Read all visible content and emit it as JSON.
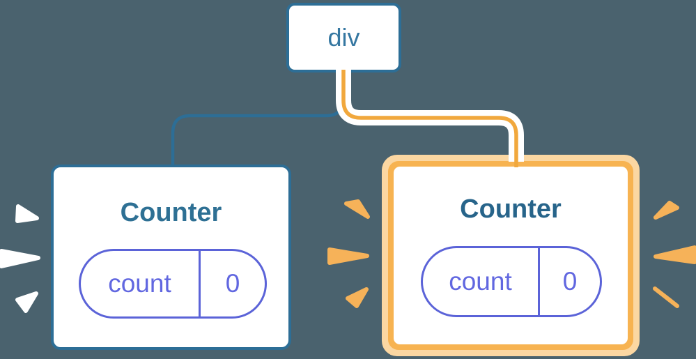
{
  "diagram": {
    "description": "React component tree: a div root with two Counter children; the second Counter is highlighted as re-created with new state",
    "root": {
      "label": "div"
    },
    "children": [
      {
        "label": "Counter",
        "highlighted": false,
        "state": {
          "key": "count",
          "value": "0"
        }
      },
      {
        "label": "Counter",
        "highlighted": true,
        "state": {
          "key": "count",
          "value": "0"
        }
      }
    ]
  },
  "colors": {
    "background": "#4A626E",
    "steel_blue": "#2D6E96",
    "div_text": "#3577A1",
    "counter_text_left": "#2E7094",
    "counter_text_right": "#27648A",
    "pill_border": "#5B63D8",
    "pill_text": "#6167E0",
    "edge_highlight_core": "#F1A83D",
    "highlight_border_inner": "#F7B351",
    "highlight_border_outer": "#FBD7A2",
    "spark_orange": "#F6B259",
    "spark_white": "#FFFFFF"
  },
  "icons": {
    "left_sparks": "spark-burst-white",
    "middle_sparks": "spark-burst-orange",
    "right_sparks": "spark-burst-orange"
  }
}
